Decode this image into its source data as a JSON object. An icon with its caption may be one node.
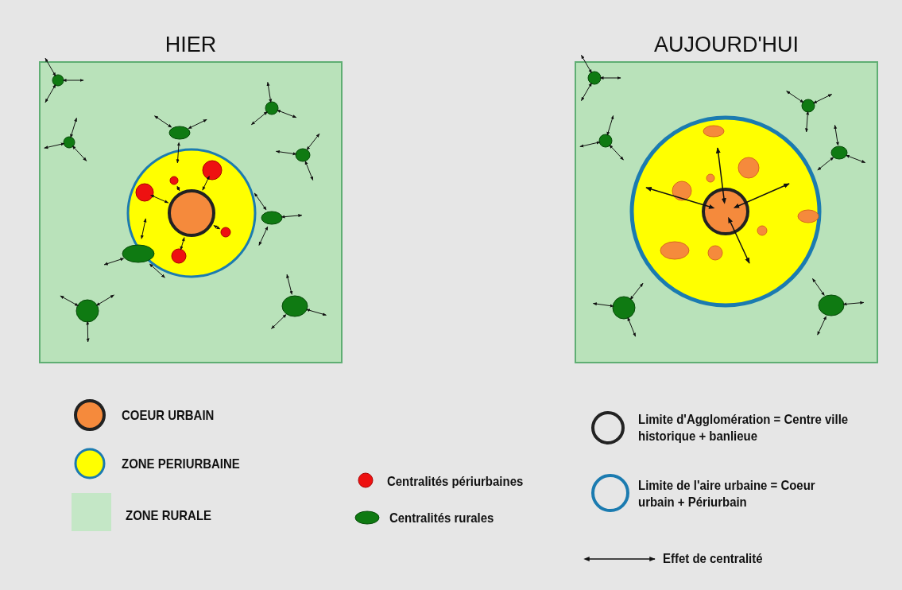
{
  "diagram": {
    "nodes": [
      {
        "text": [
          "HIER"
        ]
      },
      {
        "text": [
          "AUJOURD'HUI"
        ]
      }
    ],
    "legend": [
      {
        "text": "COEUR URBAIN",
        "color": "#f58a3c"
      },
      {
        "text": "ZONE PERIURBAINE",
        "color": "#ffff00"
      },
      {
        "text": "ZONE RURALE",
        "color": "#c4e7c6"
      },
      {
        "text": "Centralités périurbaines",
        "color": "#ee1111"
      },
      {
        "text": "Centralités rurales",
        "color": "#0f7a12"
      },
      {
        "text": "Limite d'Agglomération = Centre ville historique + banlieue"
      },
      {
        "text": "Limite de l'aire urbaine = Coeur urbain + Périurbain"
      },
      {
        "text": "Effet de centralité"
      }
    ]
  }
}
